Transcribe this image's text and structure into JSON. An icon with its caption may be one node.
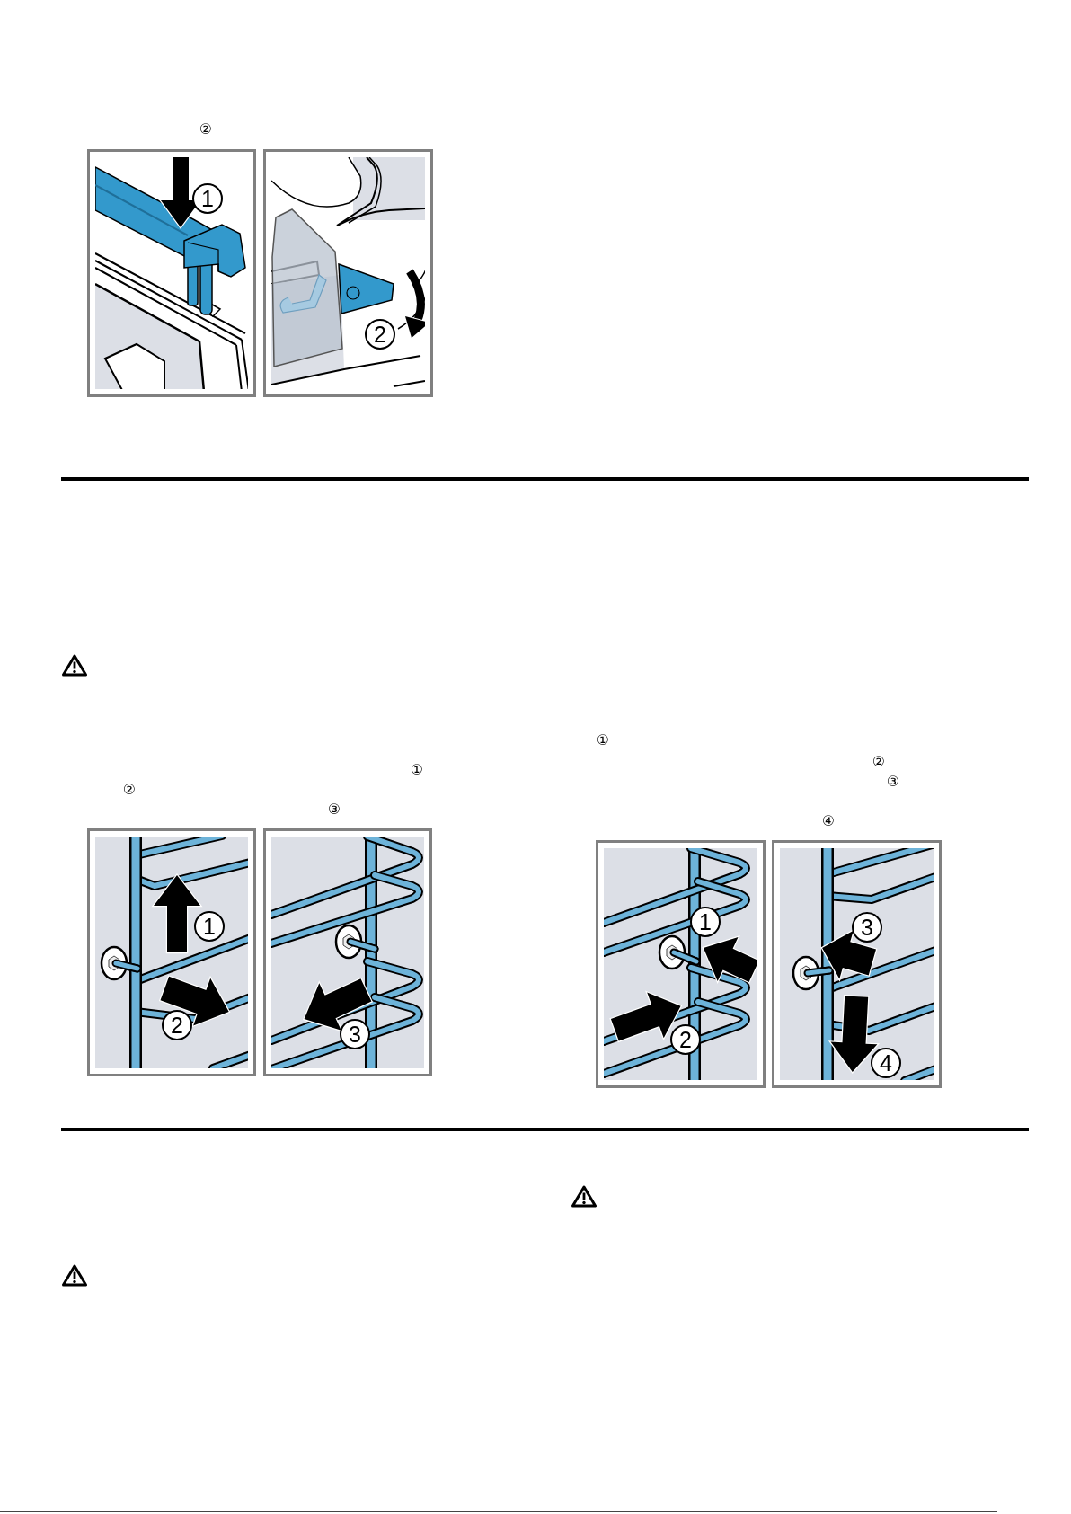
{
  "diagram": {
    "labels": [
      "②",
      "1",
      "2",
      "①",
      "②",
      "③",
      "1",
      "2",
      "3",
      "①",
      "②",
      "③",
      "④",
      "1",
      "2",
      "3",
      "4"
    ]
  }
}
